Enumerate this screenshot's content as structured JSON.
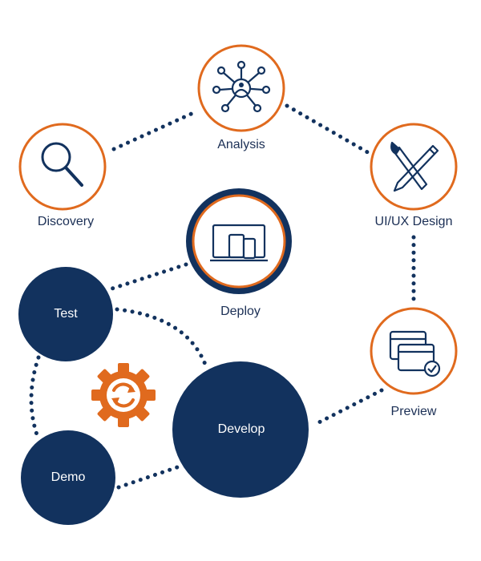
{
  "colors": {
    "navy": "#12325e",
    "orange": "#e06a1e",
    "text": "#1b2f55",
    "white": "#ffffff"
  },
  "nodes": {
    "discovery": {
      "label": "Discovery",
      "icon": "magnifier-icon"
    },
    "analysis": {
      "label": "Analysis",
      "icon": "network-hub-icon"
    },
    "uiux": {
      "label": "UI/UX Design",
      "icon": "brush-pencil-icon"
    },
    "deploy": {
      "label": "Deploy",
      "icon": "devices-icon"
    },
    "preview": {
      "label": "Preview",
      "icon": "browser-windows-check-icon"
    },
    "test": {
      "label": "Test"
    },
    "develop": {
      "label": "Develop"
    },
    "demo": {
      "label": "Demo"
    },
    "cycle": {
      "icon": "gear-cycle-icon"
    }
  }
}
